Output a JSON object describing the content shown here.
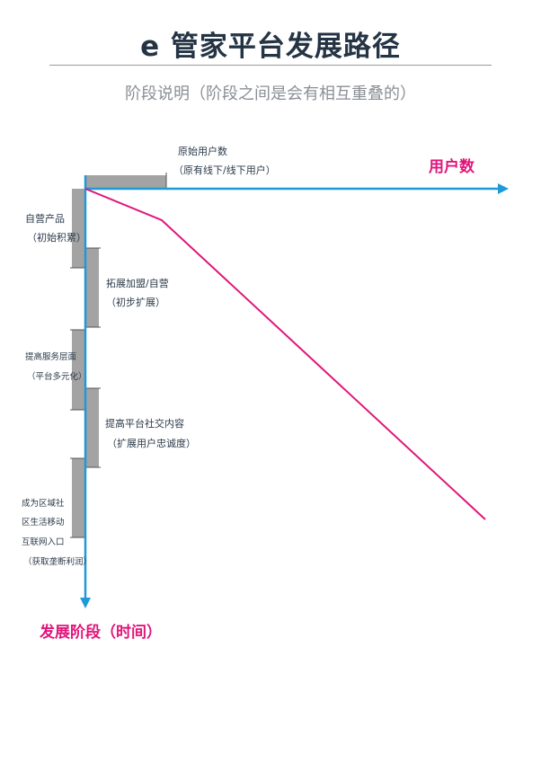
{
  "title": "e 管家平台发展路径",
  "subtitle": "阶段说明（阶段之间是会有相互重叠的）",
  "axes": {
    "x_label": "用户数",
    "y_label": "发展阶段（时间）"
  },
  "initial_users": {
    "line1": "原始用户数",
    "line2": "（原有线下/线下用户）"
  },
  "stages": [
    {
      "line1": "自营产品",
      "line2": "（初始积累）"
    },
    {
      "line1": "拓展加盟/自营",
      "line2": "（初步扩展）"
    },
    {
      "line1": "提高服务层面",
      "line2": "（平台多元化）"
    },
    {
      "line1": "提高平台社交内容",
      "line2": "（扩展用户忠诚度）"
    },
    {
      "line1": "成为区域社",
      "line2": "区生活移动",
      "line3": "互联网入口",
      "line4": "（获取垄断利润）"
    }
  ],
  "colors": {
    "axis": "#1f9ad8",
    "trend": "#e0157a",
    "stage_bar": "#a3a3a3",
    "title": "#253444"
  }
}
